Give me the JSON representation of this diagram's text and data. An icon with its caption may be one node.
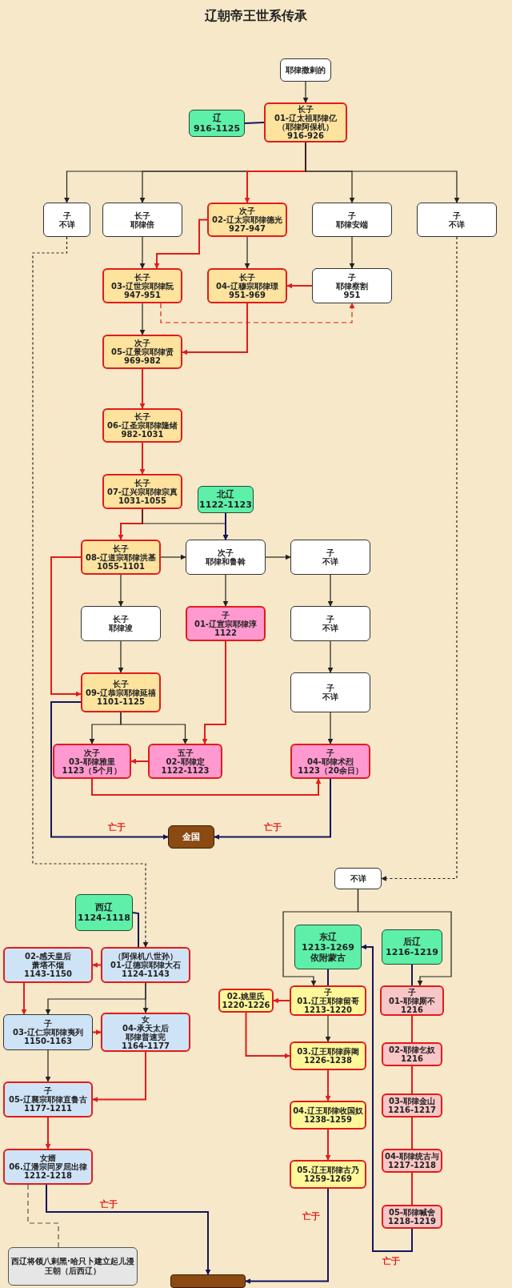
{
  "diagram": {
    "title": "辽朝帝王世系传承",
    "nodes": [
      {
        "text": [
          "耶律撒剌的"
        ]
      },
      {
        "text": [
          "辽",
          "916-1125"
        ]
      },
      {
        "text": [
          "长子",
          "01-辽太祖耶律亿",
          "（耶律阿保机）",
          "916-926"
        ]
      },
      {
        "text": [
          "子",
          "不详"
        ]
      },
      {
        "text": [
          "长子",
          "耶律倍"
        ]
      },
      {
        "text": [
          "次子",
          "02-辽太宗耶律德光",
          "927-947"
        ]
      },
      {
        "text": [
          "子",
          "耶律安端"
        ]
      },
      {
        "text": [
          "子",
          "不详"
        ]
      },
      {
        "text": [
          "长子",
          "03-辽世宗耶律阮",
          "947-951"
        ]
      },
      {
        "text": [
          "长子",
          "04-辽穆宗耶律璟",
          "951-969"
        ]
      },
      {
        "text": [
          "子",
          "耶律察割",
          "951"
        ]
      },
      {
        "text": [
          "次子",
          "05-辽景宗耶律贤",
          "969-982"
        ]
      },
      {
        "text": [
          "长子",
          "06-辽圣宗耶律隆绪",
          "982-1031"
        ]
      },
      {
        "text": [
          "长子",
          "07-辽兴宗耶律宗真",
          "1031-1055"
        ]
      },
      {
        "text": [
          "北辽",
          "1122-1123"
        ]
      },
      {
        "text": [
          "长子",
          "08-辽道宗耶律洪基",
          "1055-1101"
        ]
      },
      {
        "text": [
          "次子",
          "耶律和鲁斡"
        ]
      },
      {
        "text": [
          "子",
          "不详"
        ]
      },
      {
        "text": [
          "长子",
          "耶律浚"
        ]
      },
      {
        "text": [
          "子",
          "01-辽宣宗耶律淳",
          "1122"
        ]
      },
      {
        "text": [
          "子",
          "不详"
        ]
      },
      {
        "text": [
          "长子",
          "09-辽恭宗耶律延禧",
          "1101-1125"
        ]
      },
      {
        "text": [
          "子",
          "不详"
        ]
      },
      {
        "text": [
          "次子",
          "03-耶律雅里",
          "1123（5个月）"
        ]
      },
      {
        "text": [
          "五子",
          "02-耶律定",
          "1122-1123"
        ]
      },
      {
        "text": [
          "子",
          "04-耶律术烈",
          "1123（20余日）"
        ]
      },
      {
        "text": [
          "金国"
        ]
      },
      {
        "text": [
          "不详"
        ]
      },
      {
        "text": [
          "西辽",
          "1124-1118"
        ]
      },
      {
        "text": [
          "（阿保机八世孙）",
          "01-辽德宗耶律大石",
          "1124-1143"
        ]
      },
      {
        "text": [
          "02-感天皇后",
          "萧塔不烟",
          "1143-1150"
        ]
      },
      {
        "text": [
          "子",
          "03-辽仁宗耶律夷列",
          "1150-1163"
        ]
      },
      {
        "text": [
          "女",
          "04-承天太后",
          "耶律普速完",
          "1164-1177"
        ]
      },
      {
        "text": [
          "子",
          "05-辽襄宗耶律直鲁古",
          "1177-1211"
        ]
      },
      {
        "text": [
          "女婿",
          "06.辽潘宗同罗屈出律",
          "1212-1218"
        ]
      },
      {
        "text": [
          "西辽将领八剌黑·哈只卜建立起儿漫王朝（后西辽）"
        ]
      },
      {
        "text": [
          "东辽",
          "1213-1269",
          "依附蒙古"
        ]
      },
      {
        "text": [
          "后辽",
          "1216-1219"
        ]
      },
      {
        "text": [
          "子",
          "01.辽王耶律留哥",
          "1213-1220"
        ]
      },
      {
        "text": [
          "02.姚里氏",
          "1220-1226"
        ]
      },
      {
        "text": [
          "子",
          "01-耶律厮不",
          "1216"
        ]
      },
      {
        "text": [
          "03.辽王耶律薛阇",
          "1226-1238"
        ]
      },
      {
        "text": [
          "04.辽王耶律收国奴",
          "1238-1259"
        ]
      },
      {
        "text": [
          "05.辽王耶律古乃",
          "1259-1269"
        ]
      },
      {
        "text": [
          "02-耶律乞奴",
          "1216"
        ]
      },
      {
        "text": [
          "03-耶律金山",
          "1216-1217"
        ]
      },
      {
        "text": [
          "04-耶律统古与",
          "1217-1218"
        ]
      },
      {
        "text": [
          "05-耶律喊舍",
          "1218-1219"
        ]
      },
      {
        "text": [],
        "shape": "box"
      }
    ],
    "edges": [
      {
        "from": 0,
        "to": 2,
        "arrow": "to"
      },
      {
        "from": 1,
        "to": 2,
        "arrow": "none",
        "color": "#14145e"
      },
      {
        "from": 2,
        "to": 3,
        "arrow": "to"
      },
      {
        "from": 2,
        "to": 4,
        "arrow": "to"
      },
      {
        "from": 2,
        "to": 5,
        "arrow": "to",
        "color": "#e31b1b"
      },
      {
        "from": 2,
        "to": 6,
        "arrow": "to"
      },
      {
        "from": 2,
        "to": 7,
        "arrow": "to"
      },
      {
        "from": 3,
        "to": 29,
        "arrow": "to",
        "style": "dashed"
      },
      {
        "from": 4,
        "to": 8,
        "arrow": "to"
      },
      {
        "from": 5,
        "to": 8,
        "arrow": "to",
        "color": "#e31b1b"
      },
      {
        "from": 5,
        "to": 9,
        "arrow": "to"
      },
      {
        "from": 6,
        "to": 10,
        "arrow": "to"
      },
      {
        "from": 10,
        "to": 9,
        "arrow": "to",
        "color": "#e31b1b"
      },
      {
        "from": 8,
        "to": 11,
        "arrow": "to"
      },
      {
        "from": 9,
        "to": 11,
        "arrow": "to",
        "color": "#e31b1b"
      },
      {
        "from": 8,
        "to": 10,
        "arrow": "to",
        "style": "dashed",
        "color": "#e31b1b"
      },
      {
        "from": 11,
        "to": 12,
        "arrow": "to",
        "color": "#e31b1b"
      },
      {
        "from": 12,
        "to": 13,
        "arrow": "to",
        "color": "#e31b1b"
      },
      {
        "from": 13,
        "to": 15,
        "arrow": "to",
        "color": "#e31b1b"
      },
      {
        "from": 13,
        "to": 16,
        "arrow": "to"
      },
      {
        "from": 14,
        "to": 16,
        "arrow": "to",
        "color": "#14145e"
      },
      {
        "from": 15,
        "to": 16,
        "arrow": "to"
      },
      {
        "from": 16,
        "to": 17,
        "arrow": "to"
      },
      {
        "from": 15,
        "to": 18,
        "arrow": "to"
      },
      {
        "from": 16,
        "to": 19,
        "arrow": "to"
      },
      {
        "from": 17,
        "to": 20,
        "arrow": "to"
      },
      {
        "from": 20,
        "to": 22,
        "arrow": "to"
      },
      {
        "from": 22,
        "to": 25,
        "arrow": "to"
      },
      {
        "from": 18,
        "to": 21,
        "arrow": "to"
      },
      {
        "from": 15,
        "to": 21,
        "arrow": "to",
        "color": "#e31b1b"
      },
      {
        "from": 19,
        "to": 24,
        "arrow": "to",
        "color": "#e31b1b"
      },
      {
        "from": 21,
        "to": 23,
        "arrow": "to"
      },
      {
        "from": 21,
        "to": 24,
        "arrow": "to"
      },
      {
        "from": 24,
        "to": 23,
        "arrow": "to",
        "color": "#e31b1b"
      },
      {
        "from": 23,
        "to": 25,
        "arrow": "to",
        "color": "#e31b1b"
      },
      {
        "from": 21,
        "to": 26,
        "arrow": "to",
        "label": "亡于",
        "color": "#14145e"
      },
      {
        "from": 25,
        "to": 26,
        "arrow": "to",
        "label": "亡于",
        "color": "#14145e"
      },
      {
        "from": 7,
        "to": 27,
        "arrow": "to",
        "style": "dashed"
      },
      {
        "from": 27,
        "to": 38,
        "arrow": "to"
      },
      {
        "from": 27,
        "to": 40,
        "arrow": "to"
      },
      {
        "from": 28,
        "to": 29,
        "arrow": "none",
        "color": "#14145e"
      },
      {
        "from": 29,
        "to": 30,
        "arrow": "to",
        "color": "#e31b1b"
      },
      {
        "from": 30,
        "to": 31,
        "arrow": "to",
        "color": "#e31b1b"
      },
      {
        "from": 29,
        "to": 31,
        "arrow": "to"
      },
      {
        "from": 29,
        "to": 32,
        "arrow": "to"
      },
      {
        "from": 31,
        "to": 32,
        "arrow": "to",
        "color": "#e31b1b"
      },
      {
        "from": 31,
        "to": 33,
        "arrow": "to"
      },
      {
        "from": 32,
        "to": 33,
        "arrow": "to",
        "color": "#e31b1b"
      },
      {
        "from": 33,
        "to": 34,
        "arrow": "to",
        "color": "#e31b1b"
      },
      {
        "from": 34,
        "to": 35,
        "arrow": "none",
        "style": "dashed",
        "color": "#555555"
      },
      {
        "from": 34,
        "to": 48,
        "arrow": "to",
        "label": "亡于",
        "color": "#14145e"
      },
      {
        "from": 36,
        "to": 38,
        "arrow": "none",
        "color": "#14145e"
      },
      {
        "from": 38,
        "to": 39,
        "arrow": "to",
        "color": "#e31b1b"
      },
      {
        "from": 38,
        "to": 41,
        "arrow": "to"
      },
      {
        "from": 39,
        "to": 41,
        "arrow": "to",
        "color": "#e31b1b"
      },
      {
        "from": 41,
        "to": 42,
        "arrow": "to",
        "color": "#e31b1b"
      },
      {
        "from": 42,
        "to": 43,
        "arrow": "to",
        "color": "#e31b1b"
      },
      {
        "from": 43,
        "to": 48,
        "arrow": "to",
        "label": "亡于",
        "color": "#14145e"
      },
      {
        "from": 37,
        "to": 40,
        "arrow": "none",
        "color": "#14145e"
      },
      {
        "from": 40,
        "to": 44,
        "arrow": "none",
        "color": "#e31b1b"
      },
      {
        "from": 44,
        "to": 45,
        "arrow": "none",
        "color": "#e31b1b"
      },
      {
        "from": 45,
        "to": 46,
        "arrow": "none",
        "color": "#e31b1b"
      },
      {
        "from": 46,
        "to": 47,
        "arrow": "none",
        "color": "#e31b1b"
      },
      {
        "from": 47,
        "to": 36,
        "arrow": "to",
        "label": "亡于",
        "color": "#14145e"
      }
    ]
  }
}
